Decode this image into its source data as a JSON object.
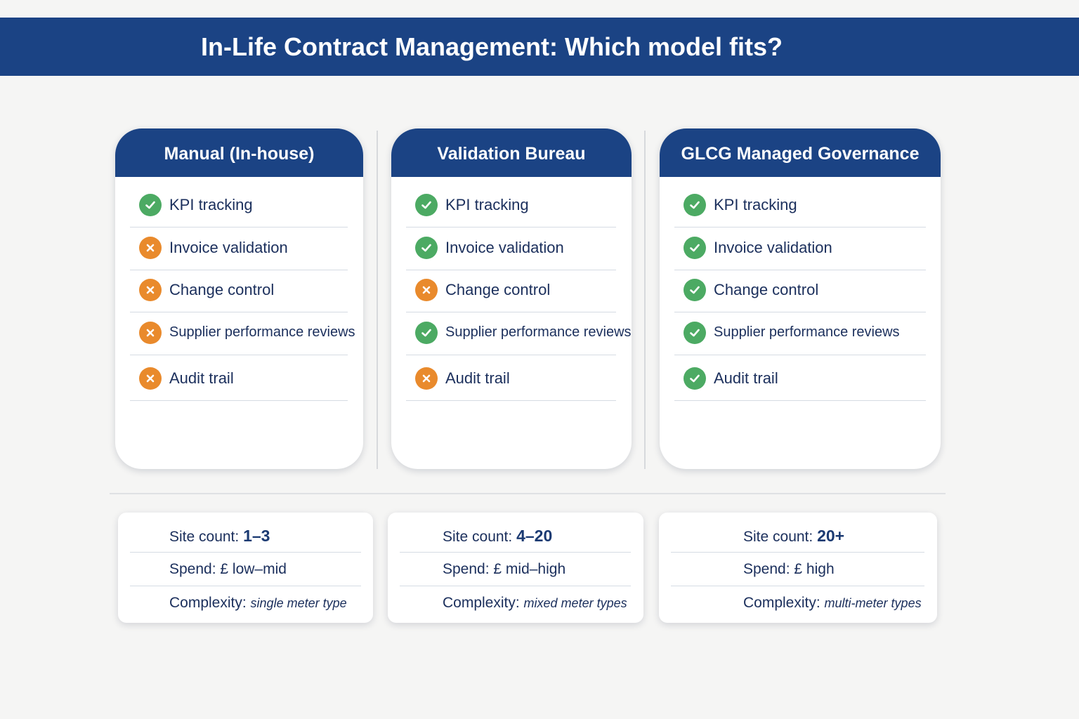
{
  "title": "In-Life Contract Management: Which model fits?",
  "colors": {
    "brand_navy": "#1b4384",
    "check_green": "#4caa63",
    "cross_orange": "#e98a2c",
    "text_navy": "#1b2f5c",
    "background": "#f5f5f4"
  },
  "icons": {
    "included": "check-icon",
    "excluded": "cross-icon"
  },
  "models": [
    {
      "name": "Manual (In-house)",
      "features": [
        {
          "label": "KPI tracking",
          "included": true
        },
        {
          "label": "Invoice validation",
          "included": false
        },
        {
          "label": "Change control",
          "included": false
        },
        {
          "label": "Supplier performance reviews",
          "included": false
        },
        {
          "label": "Audit trail",
          "included": false
        }
      ],
      "profile": {
        "site_label": "Site count:",
        "site_value": "1–3",
        "spend_label": "Spend:",
        "spend_value": "£ low–mid",
        "complexity_label": "Complexity:",
        "complexity_value": "single meter type"
      }
    },
    {
      "name": "Validation Bureau",
      "features": [
        {
          "label": "KPI tracking",
          "included": true
        },
        {
          "label": "Invoice validation",
          "included": true
        },
        {
          "label": "Change control",
          "included": false
        },
        {
          "label": "Supplier performance reviews",
          "included": true
        },
        {
          "label": "Audit trail",
          "included": false
        }
      ],
      "profile": {
        "site_label": "Site count:",
        "site_value": "4–20",
        "spend_label": "Spend:",
        "spend_value": "£ mid–high",
        "complexity_label": "Complexity:",
        "complexity_value": "mixed meter types"
      }
    },
    {
      "name": "GLCG Managed Governance",
      "features": [
        {
          "label": "KPI tracking",
          "included": true
        },
        {
          "label": "Invoice validation",
          "included": true
        },
        {
          "label": "Change control",
          "included": true
        },
        {
          "label": "Supplier performance reviews",
          "included": true
        },
        {
          "label": "Audit trail",
          "included": true
        }
      ],
      "profile": {
        "site_label": "Site count:",
        "site_value": "20+",
        "spend_label": "Spend:",
        "spend_value": "£ high",
        "complexity_label": "Complexity:",
        "complexity_value": "multi-meter types"
      }
    }
  ]
}
